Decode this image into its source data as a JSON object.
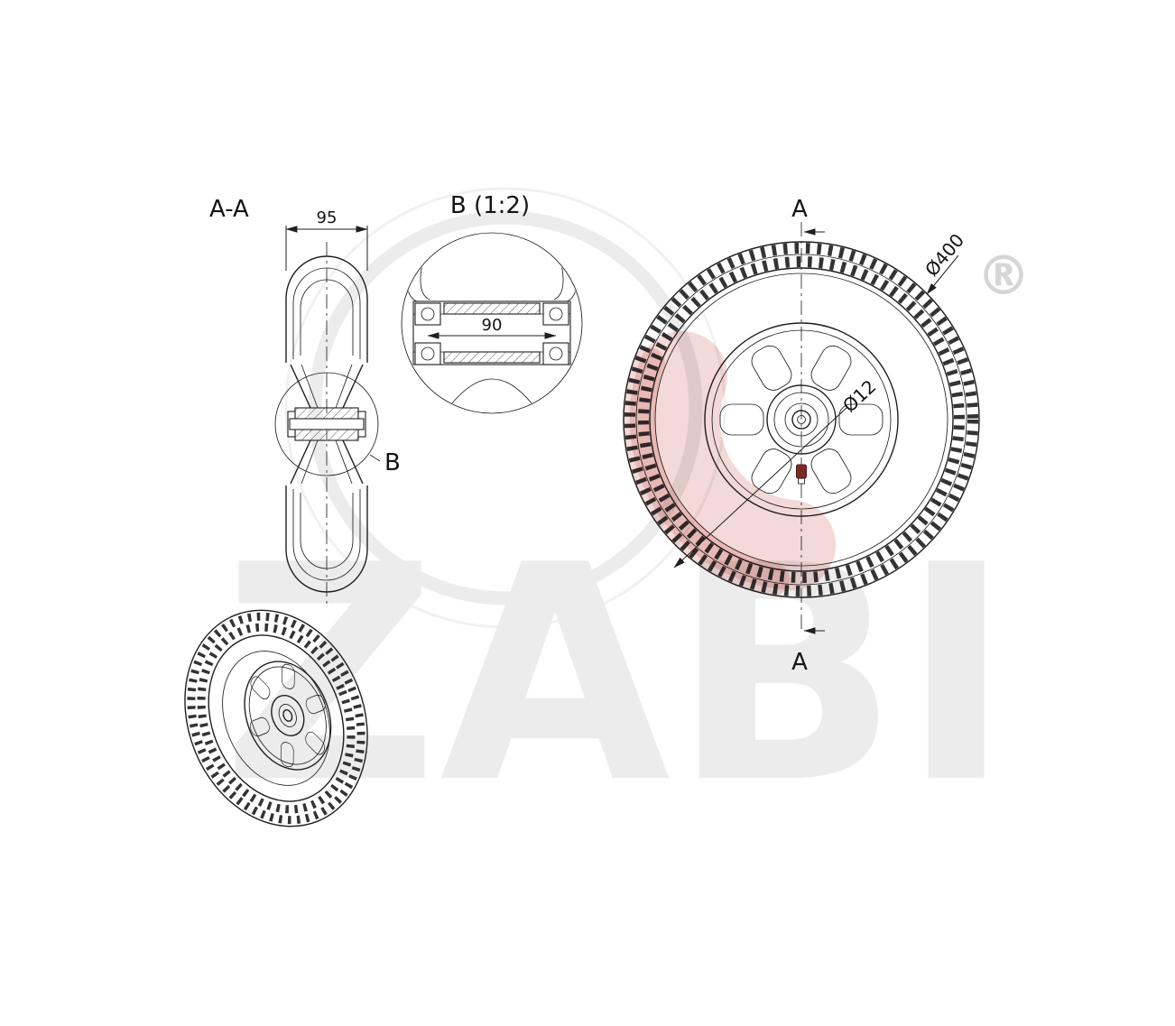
{
  "drawing": {
    "section": {
      "title": "A-A",
      "width_dim": "95",
      "detail_ref": "B"
    },
    "detail": {
      "title": "B (1:2)",
      "hub_length_dim": "90"
    },
    "front": {
      "cut_label_top": "A",
      "cut_label_bottom": "A",
      "outer_diameter_dim": "Ø400",
      "bore_diameter_dim": "Ø12"
    },
    "watermark": {
      "text": "ZABI",
      "registered_mark": "®"
    },
    "colors": {
      "line": "#1f1f1f",
      "watermark_gray": "#ececec",
      "registered_gray": "#d6d6d6",
      "accent_red": "#c13e34",
      "valve_red": "#7b2b26"
    }
  }
}
